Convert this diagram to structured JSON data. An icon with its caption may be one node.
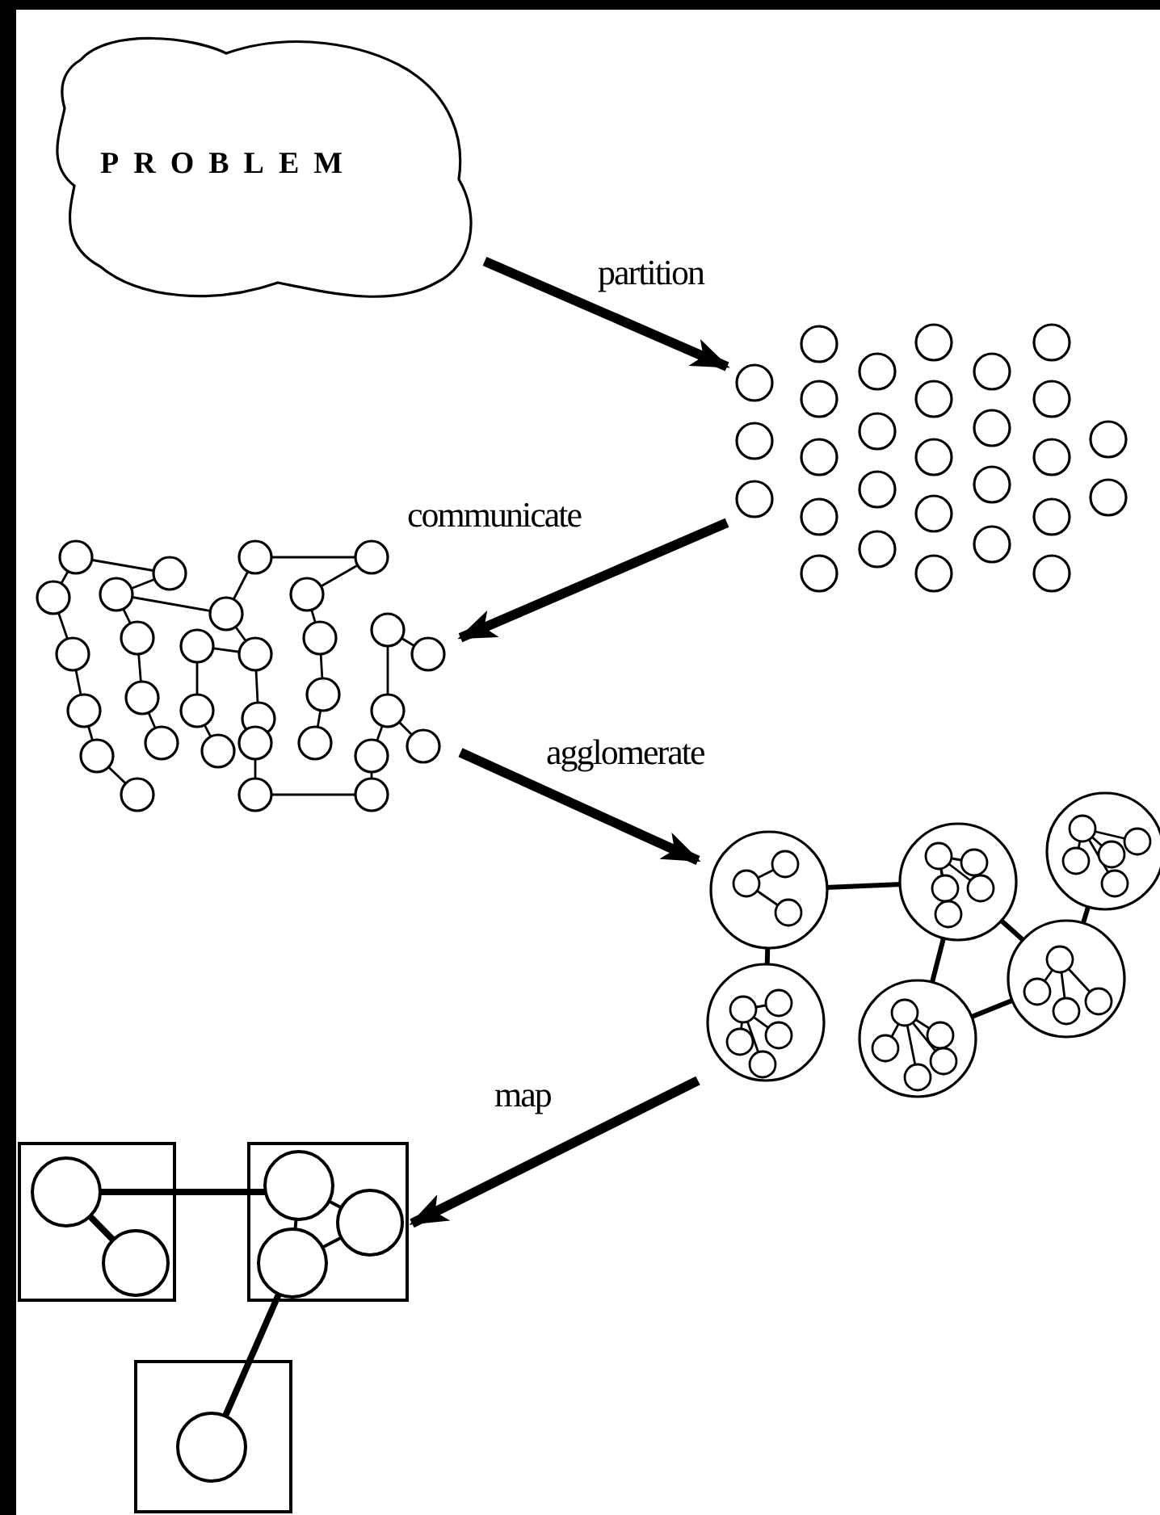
{
  "diagram": {
    "nodes": [
      {
        "text": [
          "PROBLEM"
        ]
      },
      {
        "text": [],
        "shape": "picture"
      },
      {
        "text": [],
        "shape": "picture"
      },
      {
        "text": [],
        "shape": "picture"
      },
      {
        "text": [],
        "shape": "picture"
      }
    ],
    "edges": [
      {
        "from": 0,
        "to": 1,
        "arrow": "to",
        "label": "partition"
      },
      {
        "from": 1,
        "to": 2,
        "arrow": "to",
        "label": "communicate"
      },
      {
        "from": 2,
        "to": 3,
        "arrow": "to",
        "label": "agglomerate"
      },
      {
        "from": 3,
        "to": 4,
        "arrow": "to",
        "label": "map"
      }
    ]
  }
}
